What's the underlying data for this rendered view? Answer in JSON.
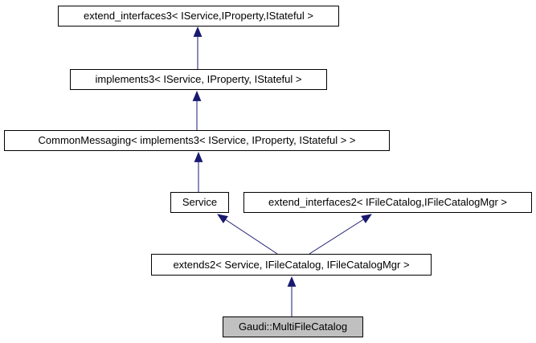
{
  "diagram": {
    "type": "class-inheritance-graph",
    "nodes": [
      {
        "id": "extend_interfaces3",
        "label": "extend_interfaces3< IService,IProperty,IStateful >",
        "highlighted": false
      },
      {
        "id": "implements3",
        "label": "implements3< IService, IProperty, IStateful >",
        "highlighted": false
      },
      {
        "id": "CommonMessaging",
        "label": "CommonMessaging< implements3< IService, IProperty, IStateful > >",
        "highlighted": false
      },
      {
        "id": "Service",
        "label": "Service",
        "highlighted": false
      },
      {
        "id": "extend_interfaces2",
        "label": "extend_interfaces2< IFileCatalog,IFileCatalogMgr >",
        "highlighted": false
      },
      {
        "id": "extends2",
        "label": "extends2< Service, IFileCatalog, IFileCatalogMgr >",
        "highlighted": false
      },
      {
        "id": "Gaudi::MultiFileCatalog",
        "label": "Gaudi::MultiFileCatalog",
        "highlighted": true
      }
    ],
    "edges": [
      {
        "from": "implements3",
        "to": "extend_interfaces3"
      },
      {
        "from": "CommonMessaging",
        "to": "implements3"
      },
      {
        "from": "Service",
        "to": "CommonMessaging"
      },
      {
        "from": "extends2",
        "to": "Service"
      },
      {
        "from": "extends2",
        "to": "extend_interfaces2"
      },
      {
        "from": "Gaudi::MultiFileCatalog",
        "to": "extends2"
      }
    ],
    "colors": {
      "edge": "#191970",
      "node_border": "#000000",
      "node_fill": "#ffffff",
      "highlighted_node_fill": "#c0c0c0",
      "text": "#000000",
      "background": "#ffffff"
    }
  }
}
